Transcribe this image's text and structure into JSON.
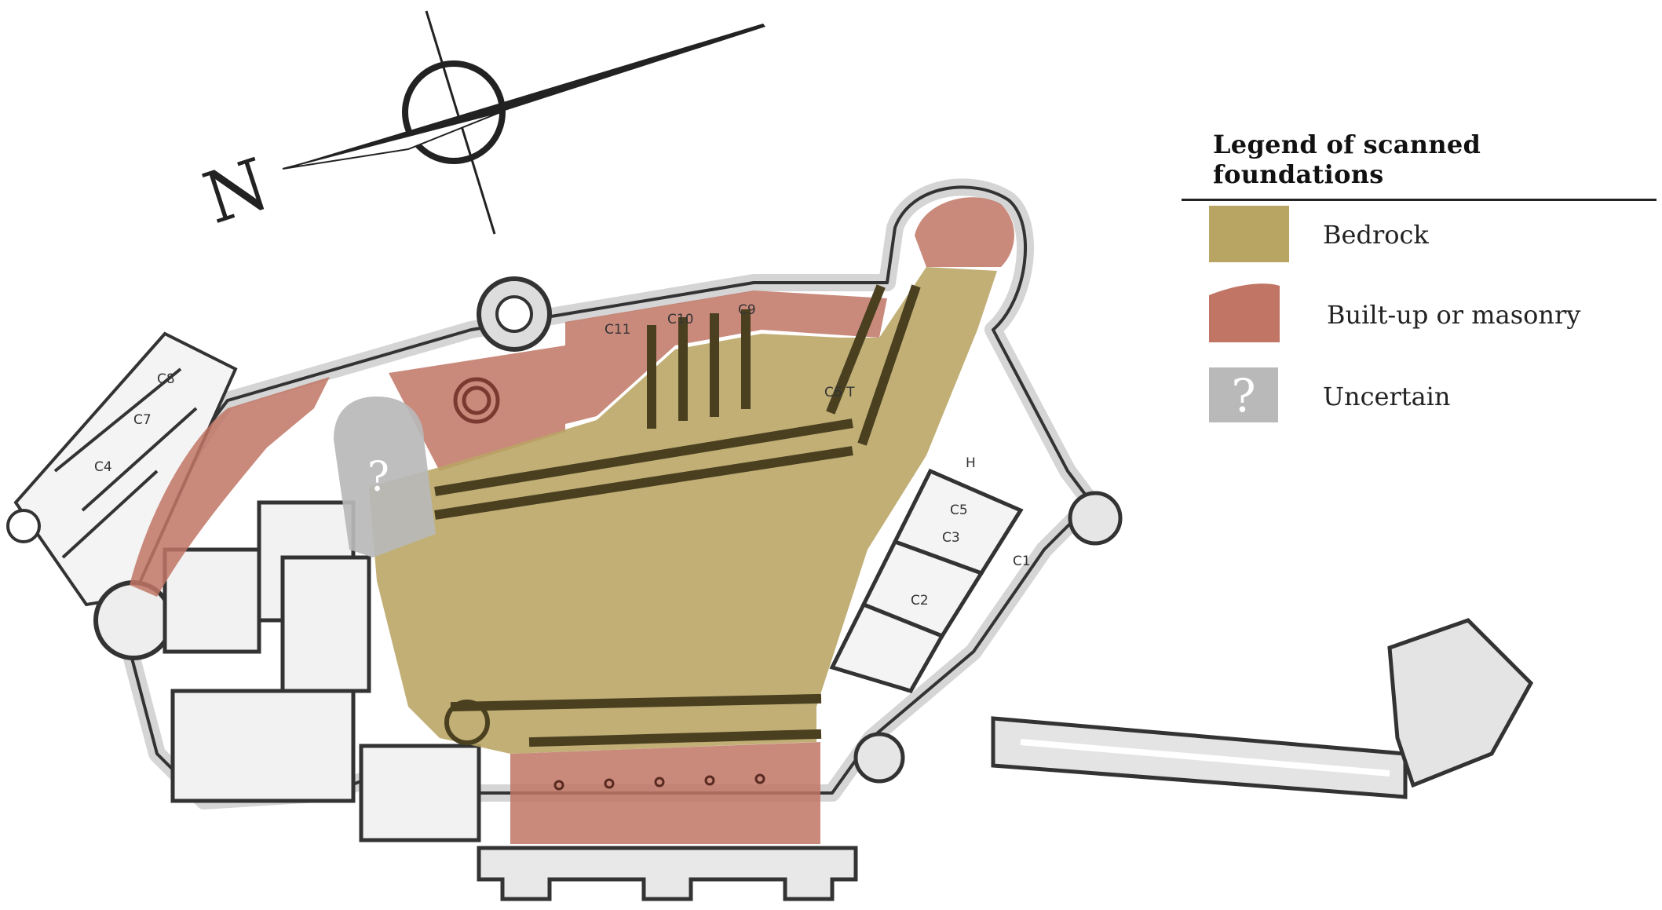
{
  "compass": {
    "north_label": "N"
  },
  "legend": {
    "title": "Legend of scanned foundations",
    "items": [
      {
        "label": "Bedrock",
        "color": "#b8a463"
      },
      {
        "label": "Built-up or masonry",
        "color": "#c07565"
      },
      {
        "label": "Uncertain",
        "color": "#b9b9b9",
        "mark": "?"
      }
    ]
  },
  "plan": {
    "uncertain_mark": "?",
    "room_labels": [
      "C11",
      "C10",
      "C6 T",
      "C9",
      "C8",
      "C7",
      "H",
      "C1",
      "C2",
      "C3",
      "C4",
      "C5"
    ],
    "colors": {
      "wall": "#333333",
      "wall_light": "#d9d9d9",
      "bedrock": "#b8a463",
      "masonry": "#c07565",
      "uncertain": "#b9b9b9"
    }
  }
}
